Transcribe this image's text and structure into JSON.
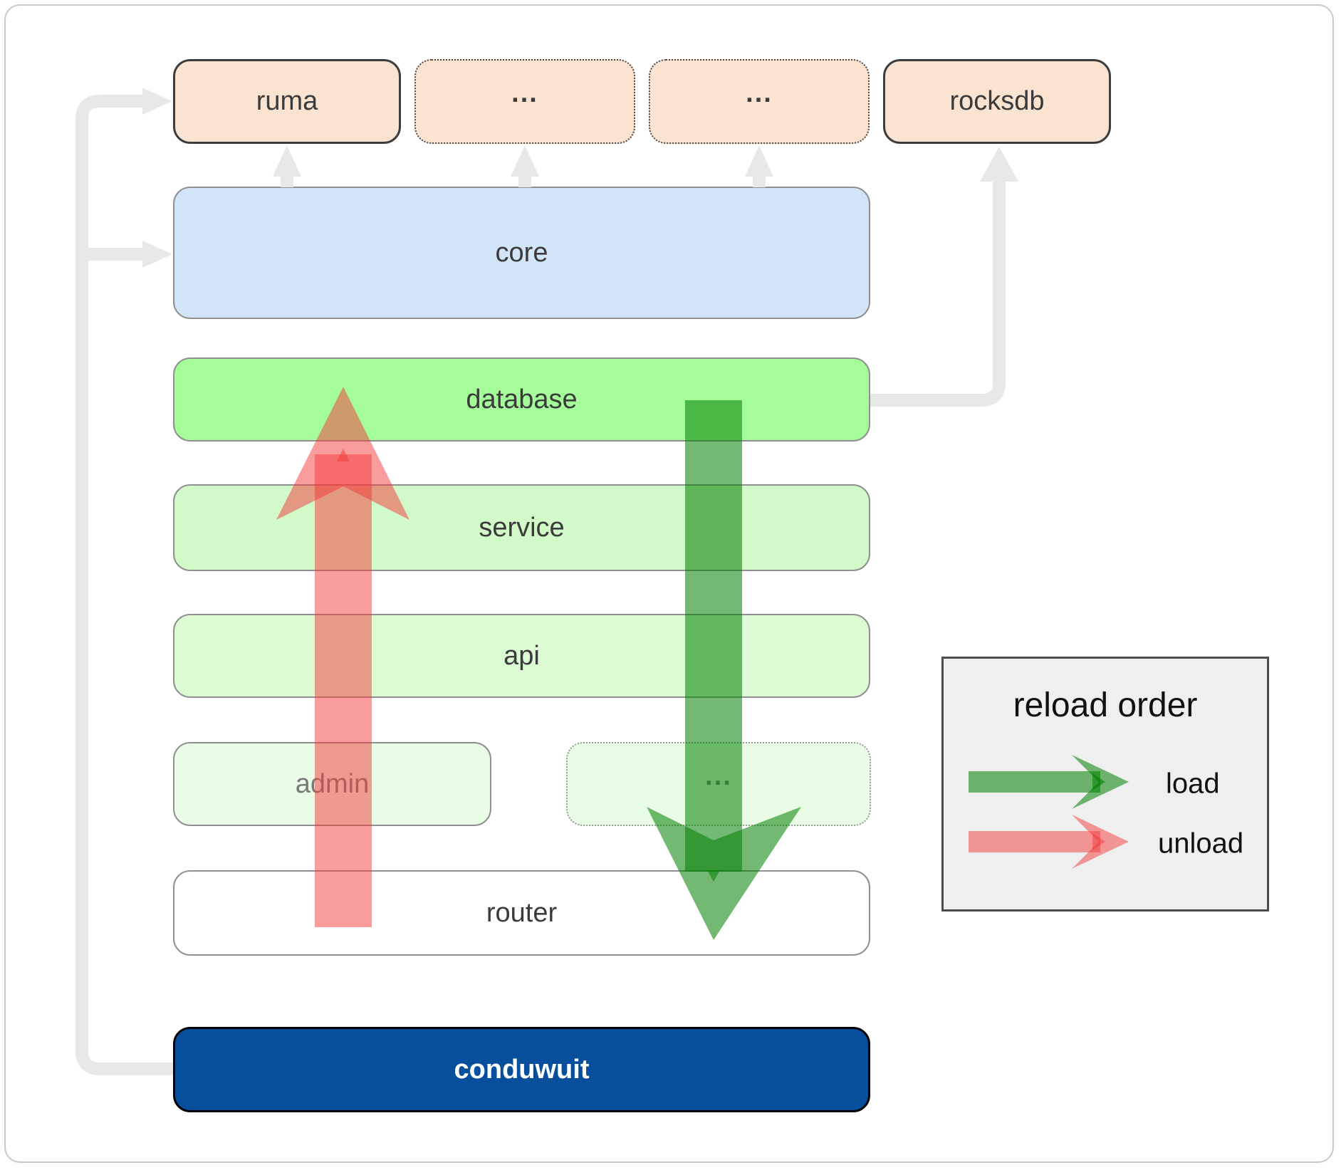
{
  "boxes": {
    "ruma": "ruma",
    "dots_top_1": "...",
    "dots_top_2": "...",
    "rocksdb": "rocksdb",
    "core": "core",
    "database": "database",
    "service": "service",
    "api": "api",
    "admin": "admin",
    "dots_admin": "...",
    "router": "router",
    "conduwuit": "conduwuit"
  },
  "legend": {
    "title": "reload order",
    "items": [
      {
        "label": "load",
        "color": "#2e8b2e"
      },
      {
        "label": "unload",
        "color": "#f33a3a"
      }
    ]
  },
  "colors": {
    "peach": "#fbe3d1",
    "core_blue": "#d2e4f8",
    "db_green": "#a4fd99",
    "service_green": "#d2f9c8",
    "api_green": "#dcfad4",
    "admin_green": "#e9fce5",
    "router_white": "#ffffff",
    "conduwuit_blue": "#074f9d",
    "arrow_red": "rgba(243,58,58,0.5)",
    "arrow_green": "rgba(0,128,0,0.55)",
    "connector_gray": "#e8e8e8",
    "label_dark": "#3b3b3b",
    "label_gray": "#7a7a7a",
    "legend_bg": "#efefef",
    "legend_border": "#4d4d4d"
  }
}
